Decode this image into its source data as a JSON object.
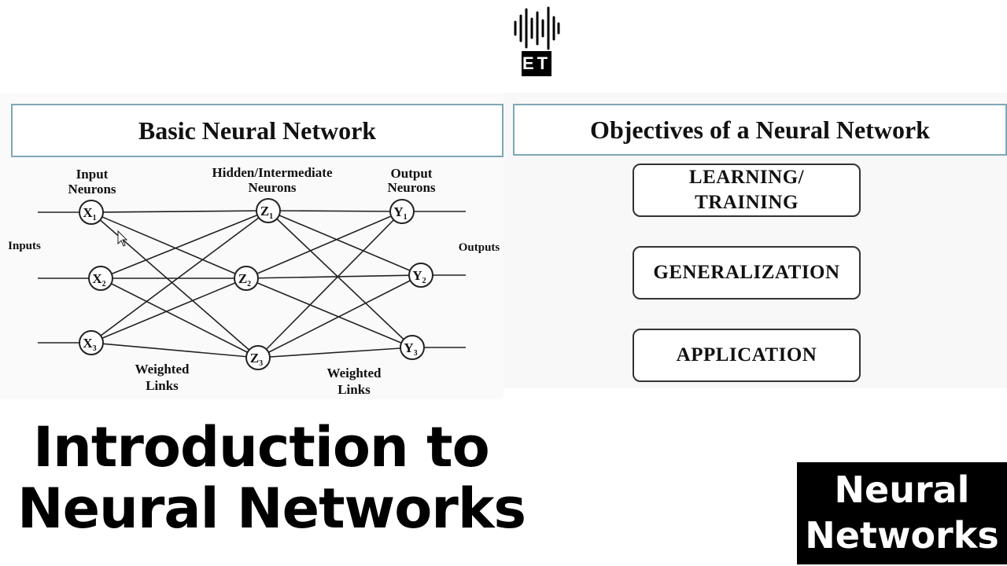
{
  "logo": {
    "text": "ET",
    "icon": "soundwave-icon"
  },
  "left_slide": {
    "title": "Basic Neural Network",
    "labels": {
      "input_neurons": [
        "Input",
        "Neurons"
      ],
      "hidden_neurons": [
        "Hidden/Intermediate",
        "Neurons"
      ],
      "output_neurons": [
        "Output",
        "Neurons"
      ],
      "inputs": "Inputs",
      "outputs": "Outputs",
      "weighted_links_1": [
        "Weighted",
        "Links"
      ],
      "weighted_links_2": [
        "Weighted",
        "Links"
      ]
    },
    "nodes": {
      "input": [
        {
          "base": "X",
          "sub": "1"
        },
        {
          "base": "X",
          "sub": "2"
        },
        {
          "base": "X",
          "sub": "3"
        }
      ],
      "hidden": [
        {
          "base": "Z",
          "sub": "1"
        },
        {
          "base": "Z",
          "sub": "2"
        },
        {
          "base": "Z",
          "sub": "3"
        }
      ],
      "output": [
        {
          "base": "Y",
          "sub": "1"
        },
        {
          "base": "Y",
          "sub": "2"
        },
        {
          "base": "Y",
          "sub": "3"
        }
      ]
    }
  },
  "right_slide": {
    "title": "Objectives of a Neural Network",
    "objectives": [
      {
        "line1": "LEARNING/",
        "line2": "TRAINING"
      },
      {
        "line1": "GENERALIZATION",
        "line2": ""
      },
      {
        "line1": "APPLICATION",
        "line2": ""
      }
    ]
  },
  "heading": {
    "line1": "Introduction to",
    "line2": "Neural Networks"
  },
  "badge": {
    "line1": "Neural",
    "line2": "Networks"
  }
}
